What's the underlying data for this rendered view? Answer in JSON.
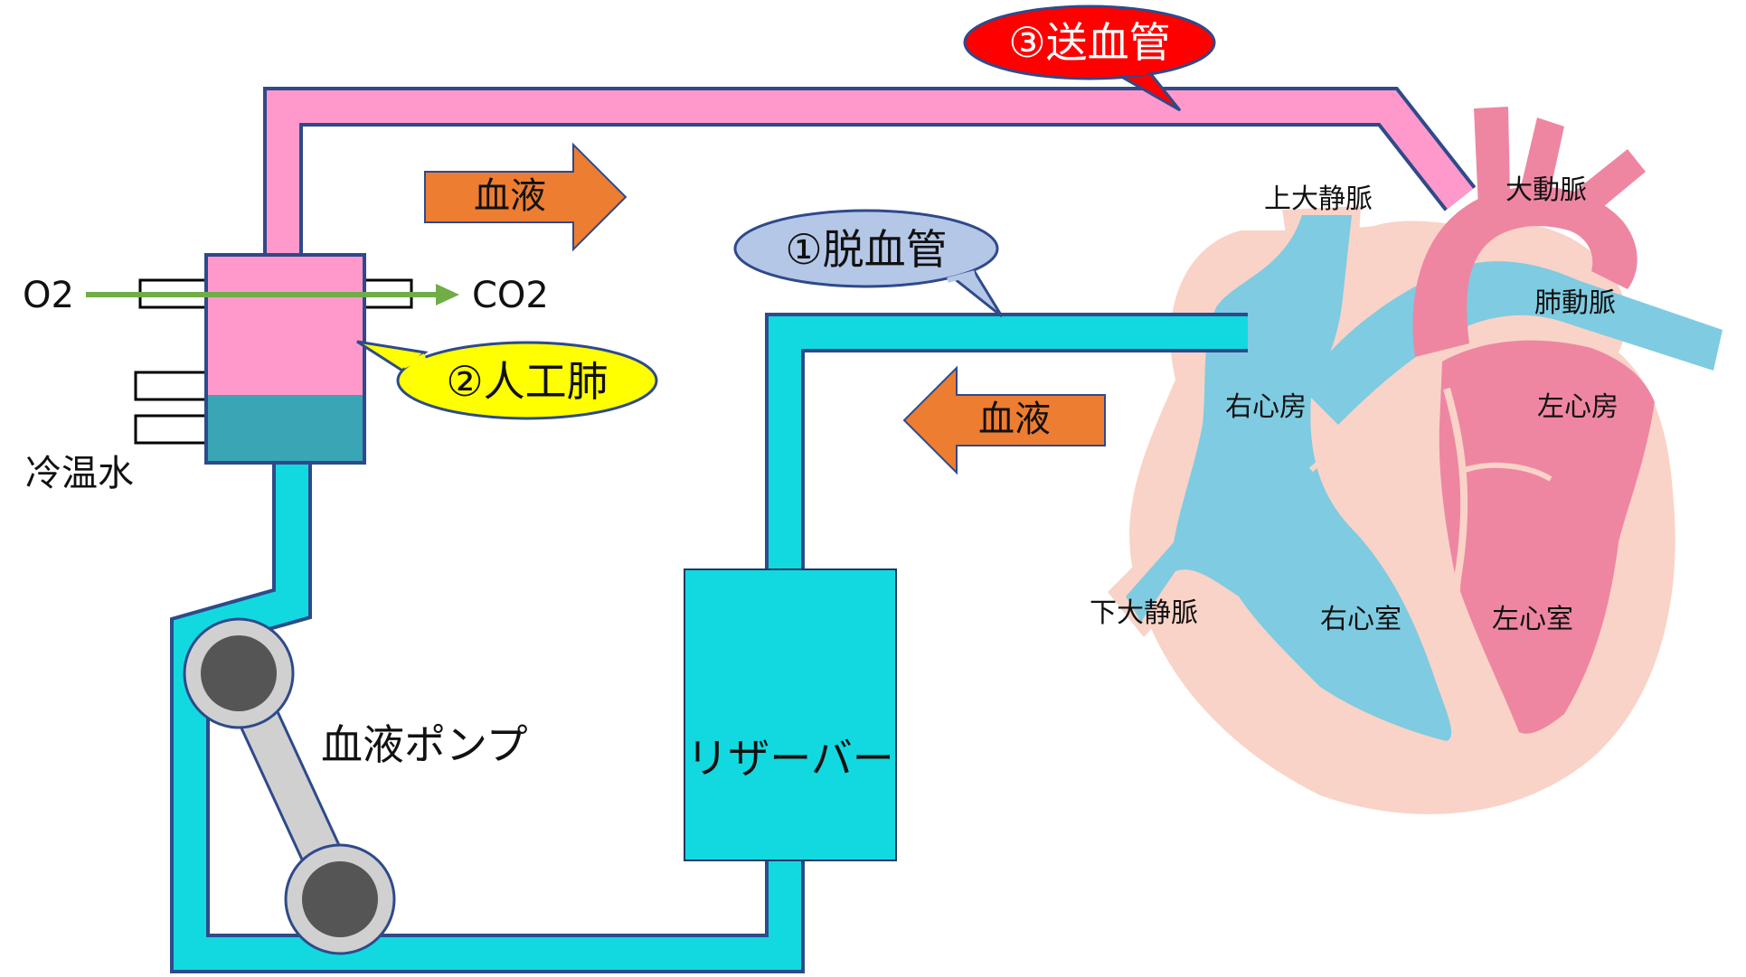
{
  "callouts": {
    "drain_cannula": "①脱血管",
    "oxygenator": "②人工肺",
    "return_cannula": "③送血管"
  },
  "arrows": {
    "blood_to_heart": "血液",
    "blood_from_heart": "血液"
  },
  "oxygenator": {
    "gas_in": "O2",
    "gas_out": "CO2",
    "cold_warm_water": "冷温水"
  },
  "pump": {
    "label": "血液ポンプ"
  },
  "reservoir": {
    "label": "リザーバー"
  },
  "heart": {
    "svc": "上大静脈",
    "ivc": "下大静脈",
    "aorta": "大動脈",
    "pulmonary_artery": "肺動脈",
    "right_atrium": "右心房",
    "left_atrium": "左心房",
    "right_ventricle": "右心室",
    "left_ventricle": "左心室"
  },
  "colors": {
    "arterial_line": "#FF99CC",
    "venous_line": "#12D9E0",
    "line_outline": "#2E4A8A",
    "arrow_fill": "#ED7D31",
    "callout_drain": "#B4C7E7",
    "callout_oxygenator": "#FFFF00",
    "callout_return": "#FF0000",
    "oxygenator_water": "#3AA5B5",
    "heart_tissue": "#F9D3C7",
    "heart_venous": "#7FCBE1",
    "heart_arterial": "#EE86A2",
    "gas_arrow": "#70AD47",
    "pump_gray": "#D0D0D0",
    "pump_roller": "#555555"
  }
}
